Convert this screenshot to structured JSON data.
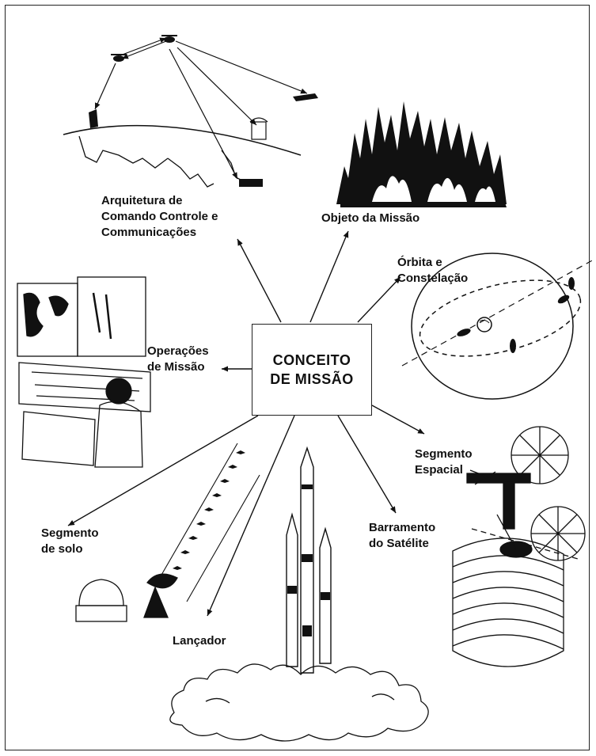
{
  "center": {
    "line1": "CONCEITO",
    "line2": "DE MISSÃO"
  },
  "labels": {
    "architecture": [
      "Arquitetura de",
      "Comando Controle e",
      "Communicações"
    ],
    "subject": [
      "Objeto da Missão"
    ],
    "orbit": [
      "Órbita e",
      "Constelação"
    ],
    "operations": [
      "Operações",
      "de Missão"
    ],
    "space_segment": [
      "Segmento",
      "Espacial"
    ],
    "bus": [
      "Barramento",
      "do Satélite"
    ],
    "ground": [
      "Segmento",
      "de solo"
    ],
    "launcher": [
      "Lançador"
    ]
  },
  "colors": {
    "ink": "#111111",
    "background": "#ffffff"
  }
}
